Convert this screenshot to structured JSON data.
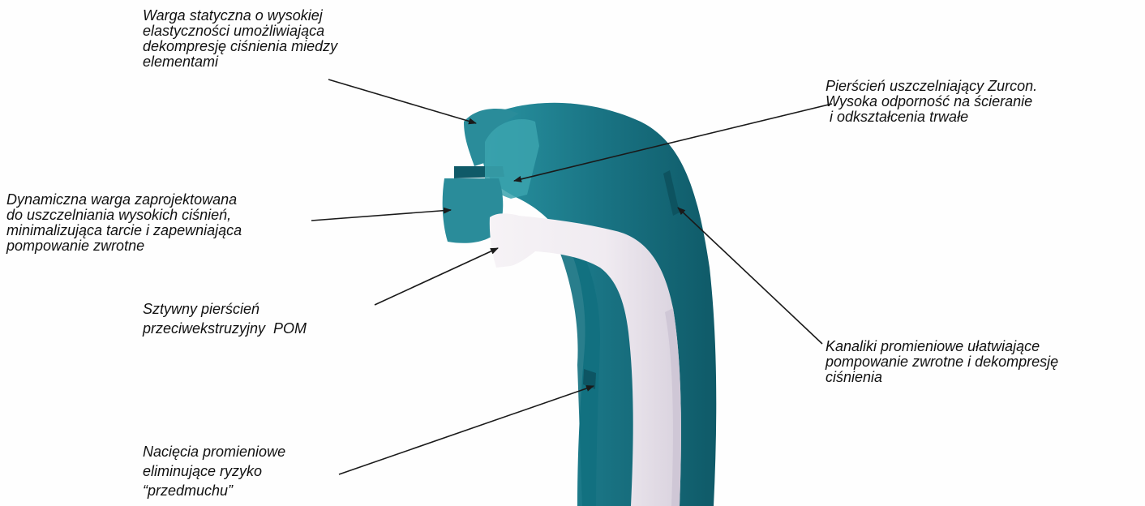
{
  "callouts": {
    "static_lip": {
      "lines": [
        "Warga statyczna o wysokiej",
        "elastyczności umożliwiająca",
        "dekompresję ciśnienia miedzy",
        "elementami"
      ]
    },
    "sealing_ring": {
      "lines": [
        "Pierścień uszczelniający Zurcon.",
        "Wysoka odporność na ścieranie",
        " i odkształcenia trwałe"
      ]
    },
    "dynamic_lip": {
      "lines": [
        "Dynamiczna warga zaprojektowana",
        "do uszczelniania wysokich ciśnień,",
        "minimalizująca tarcie i zapewniająca",
        "pompowanie zwrotne"
      ]
    },
    "antiextrusion_ring": {
      "lines": [
        "Sztywny pierścień",
        "przeciwekstruzyjny  POM"
      ]
    },
    "radial_channels": {
      "lines": [
        "Kanaliki promieniowe ułatwiające",
        "pompowanie zwrotne i dekompresję",
        "ciśnienia"
      ]
    },
    "radial_notches": {
      "lines": [
        "Nacięcia promieniowe",
        "eliminujące ryzyko",
        "“przedmuchu”"
      ]
    }
  },
  "colors": {
    "seal_body": "#1a7585",
    "seal_body_light": "#2a95a3",
    "seal_body_dark": "#0f5a68",
    "pom_ring": "#f2eef2",
    "pom_ring_shadow": "#d9d2de",
    "leader_line": "#1a1a1a"
  }
}
